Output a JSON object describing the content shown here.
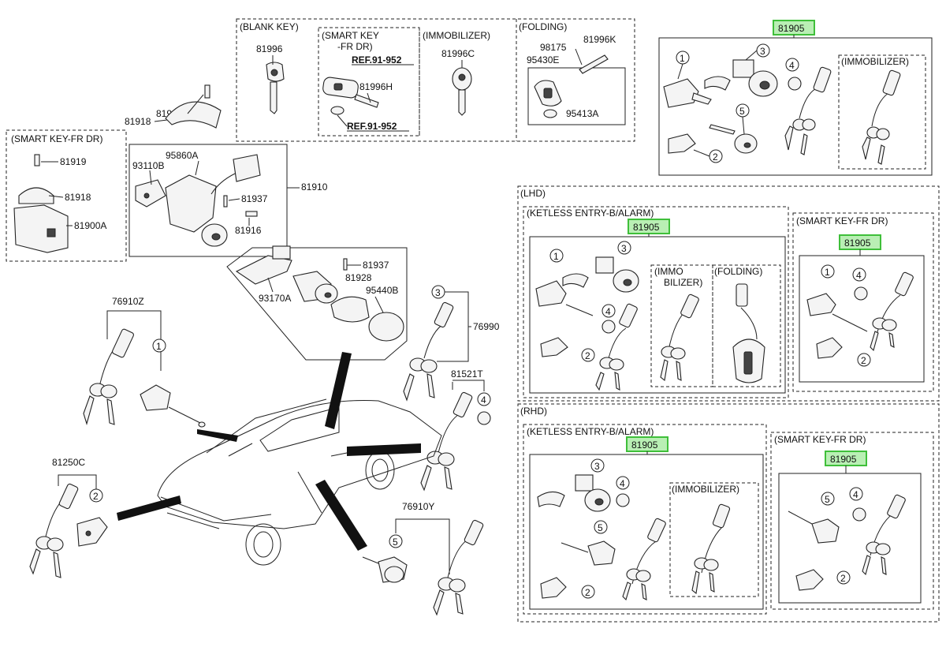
{
  "group_labels": {
    "blank_key": "(BLANK KEY)",
    "smart_key_fr_dr": "(SMART KEY",
    "smart_key_fr_dr_2": "-FR DR)",
    "immobilizer": "(IMMOBILIZER)",
    "folding": "(FOLDING)",
    "smart_key_fr_dr_left": "(SMART KEY-FR DR)",
    "tr_immobilizer": "(IMMOBILIZER)",
    "lhd": "(LHD)",
    "lhd_keyless": "(KETLESS ENTRY-B/ALARM)",
    "lhd_smart": "(SMART KEY-FR DR)",
    "lhd_immo_1": "(IMMO",
    "lhd_immo_2": "BILIZER)",
    "lhd_folding": "(FOLDING)",
    "rhd": "(RHD)",
    "rhd_keyless": "(KETLESS ENTRY-B/ALARM)",
    "rhd_smart": "(SMART KEY-FR DR)",
    "rhd_immobilizer": "(IMMOBILIZER)"
  },
  "highlighted_part": "81905",
  "refs": {
    "ref_top": "REF.91-952",
    "ref_bottom": "REF.91-952"
  },
  "parts": {
    "p81996": "81996",
    "p81996h": "81996H",
    "p81996c": "81996C",
    "p98175": "98175",
    "p81996k": "81996K",
    "p95430e": "95430E",
    "p95413a": "95413A",
    "p81919_top": "81919",
    "p81918_top": "81918",
    "p95860a": "95860A",
    "p93110b": "93110B",
    "p81937_a": "81937",
    "p81916": "81916",
    "p81910": "81910",
    "p81919_left": "81919",
    "p81918_left": "81918",
    "p81900a": "81900A",
    "p81937_b": "81937",
    "p81928": "81928",
    "p95440b": "95440B",
    "p93170a": "93170A",
    "p76910z": "76910Z",
    "p76990": "76990",
    "p81521t": "81521T",
    "p81250c": "81250C",
    "p76910y": "76910Y"
  },
  "callouts": [
    "1",
    "2",
    "3",
    "4",
    "5"
  ],
  "colors": {
    "highlight_fill": "#b9efb4",
    "highlight_stroke": "#3fbf3a",
    "line": "#222222"
  }
}
